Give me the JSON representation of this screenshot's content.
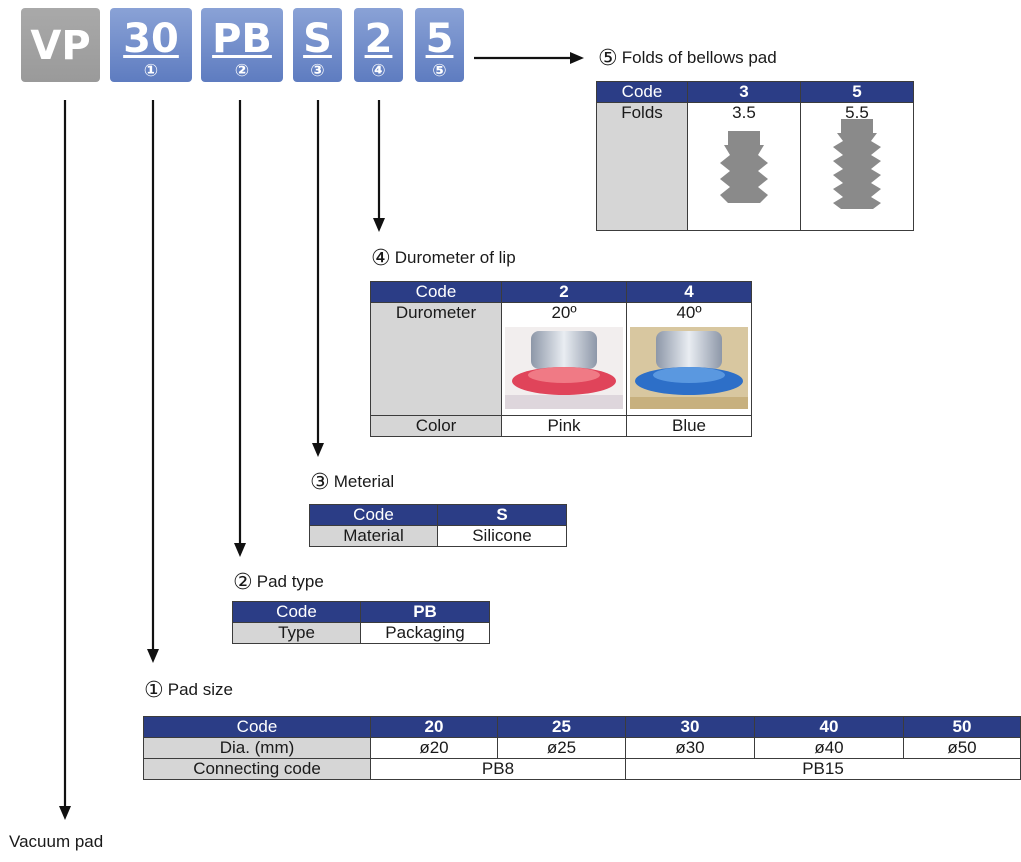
{
  "model_code": {
    "prefix": "VP",
    "segments": [
      {
        "text": "30",
        "num": "①"
      },
      {
        "text": "PB",
        "num": "②"
      },
      {
        "text": "S",
        "num": "③"
      },
      {
        "text": "2",
        "num": "④"
      },
      {
        "text": "5",
        "num": "⑤"
      }
    ]
  },
  "folds_section": {
    "num": "⑤",
    "title": "Folds of bellows pad",
    "header": [
      "Code",
      "3",
      "5"
    ],
    "row_label": "Folds",
    "values": [
      "3.5",
      "5.5"
    ]
  },
  "durometer_section": {
    "num": "④",
    "title": "Durometer of lip",
    "header": [
      "Code",
      "2",
      "4"
    ],
    "row_label": "Durometer",
    "values": [
      "20º",
      "40º"
    ],
    "color_label": "Color",
    "colors": [
      "Pink",
      "Blue"
    ],
    "photo_colors": [
      "#e0445a",
      "#2d6fc8"
    ]
  },
  "material_section": {
    "num": "③",
    "title": "Meterial",
    "header": [
      "Code",
      "S"
    ],
    "row": [
      "Material",
      "Silicone"
    ]
  },
  "type_section": {
    "num": "②",
    "title": "Pad type",
    "header": [
      "Code",
      "PB"
    ],
    "row": [
      "Type",
      "Packaging"
    ]
  },
  "size_section": {
    "num": "①",
    "title": "Pad size",
    "header": [
      "Code",
      "20",
      "25",
      "30",
      "40",
      "50"
    ],
    "dia_label": "Dia. (mm)",
    "dia": [
      "ø20",
      "ø25",
      "ø30",
      "ø40",
      "ø50"
    ],
    "conn_label": "Connecting code",
    "conn": [
      "PB8",
      "PB15"
    ]
  },
  "bottom_label": "Vacuum pad"
}
